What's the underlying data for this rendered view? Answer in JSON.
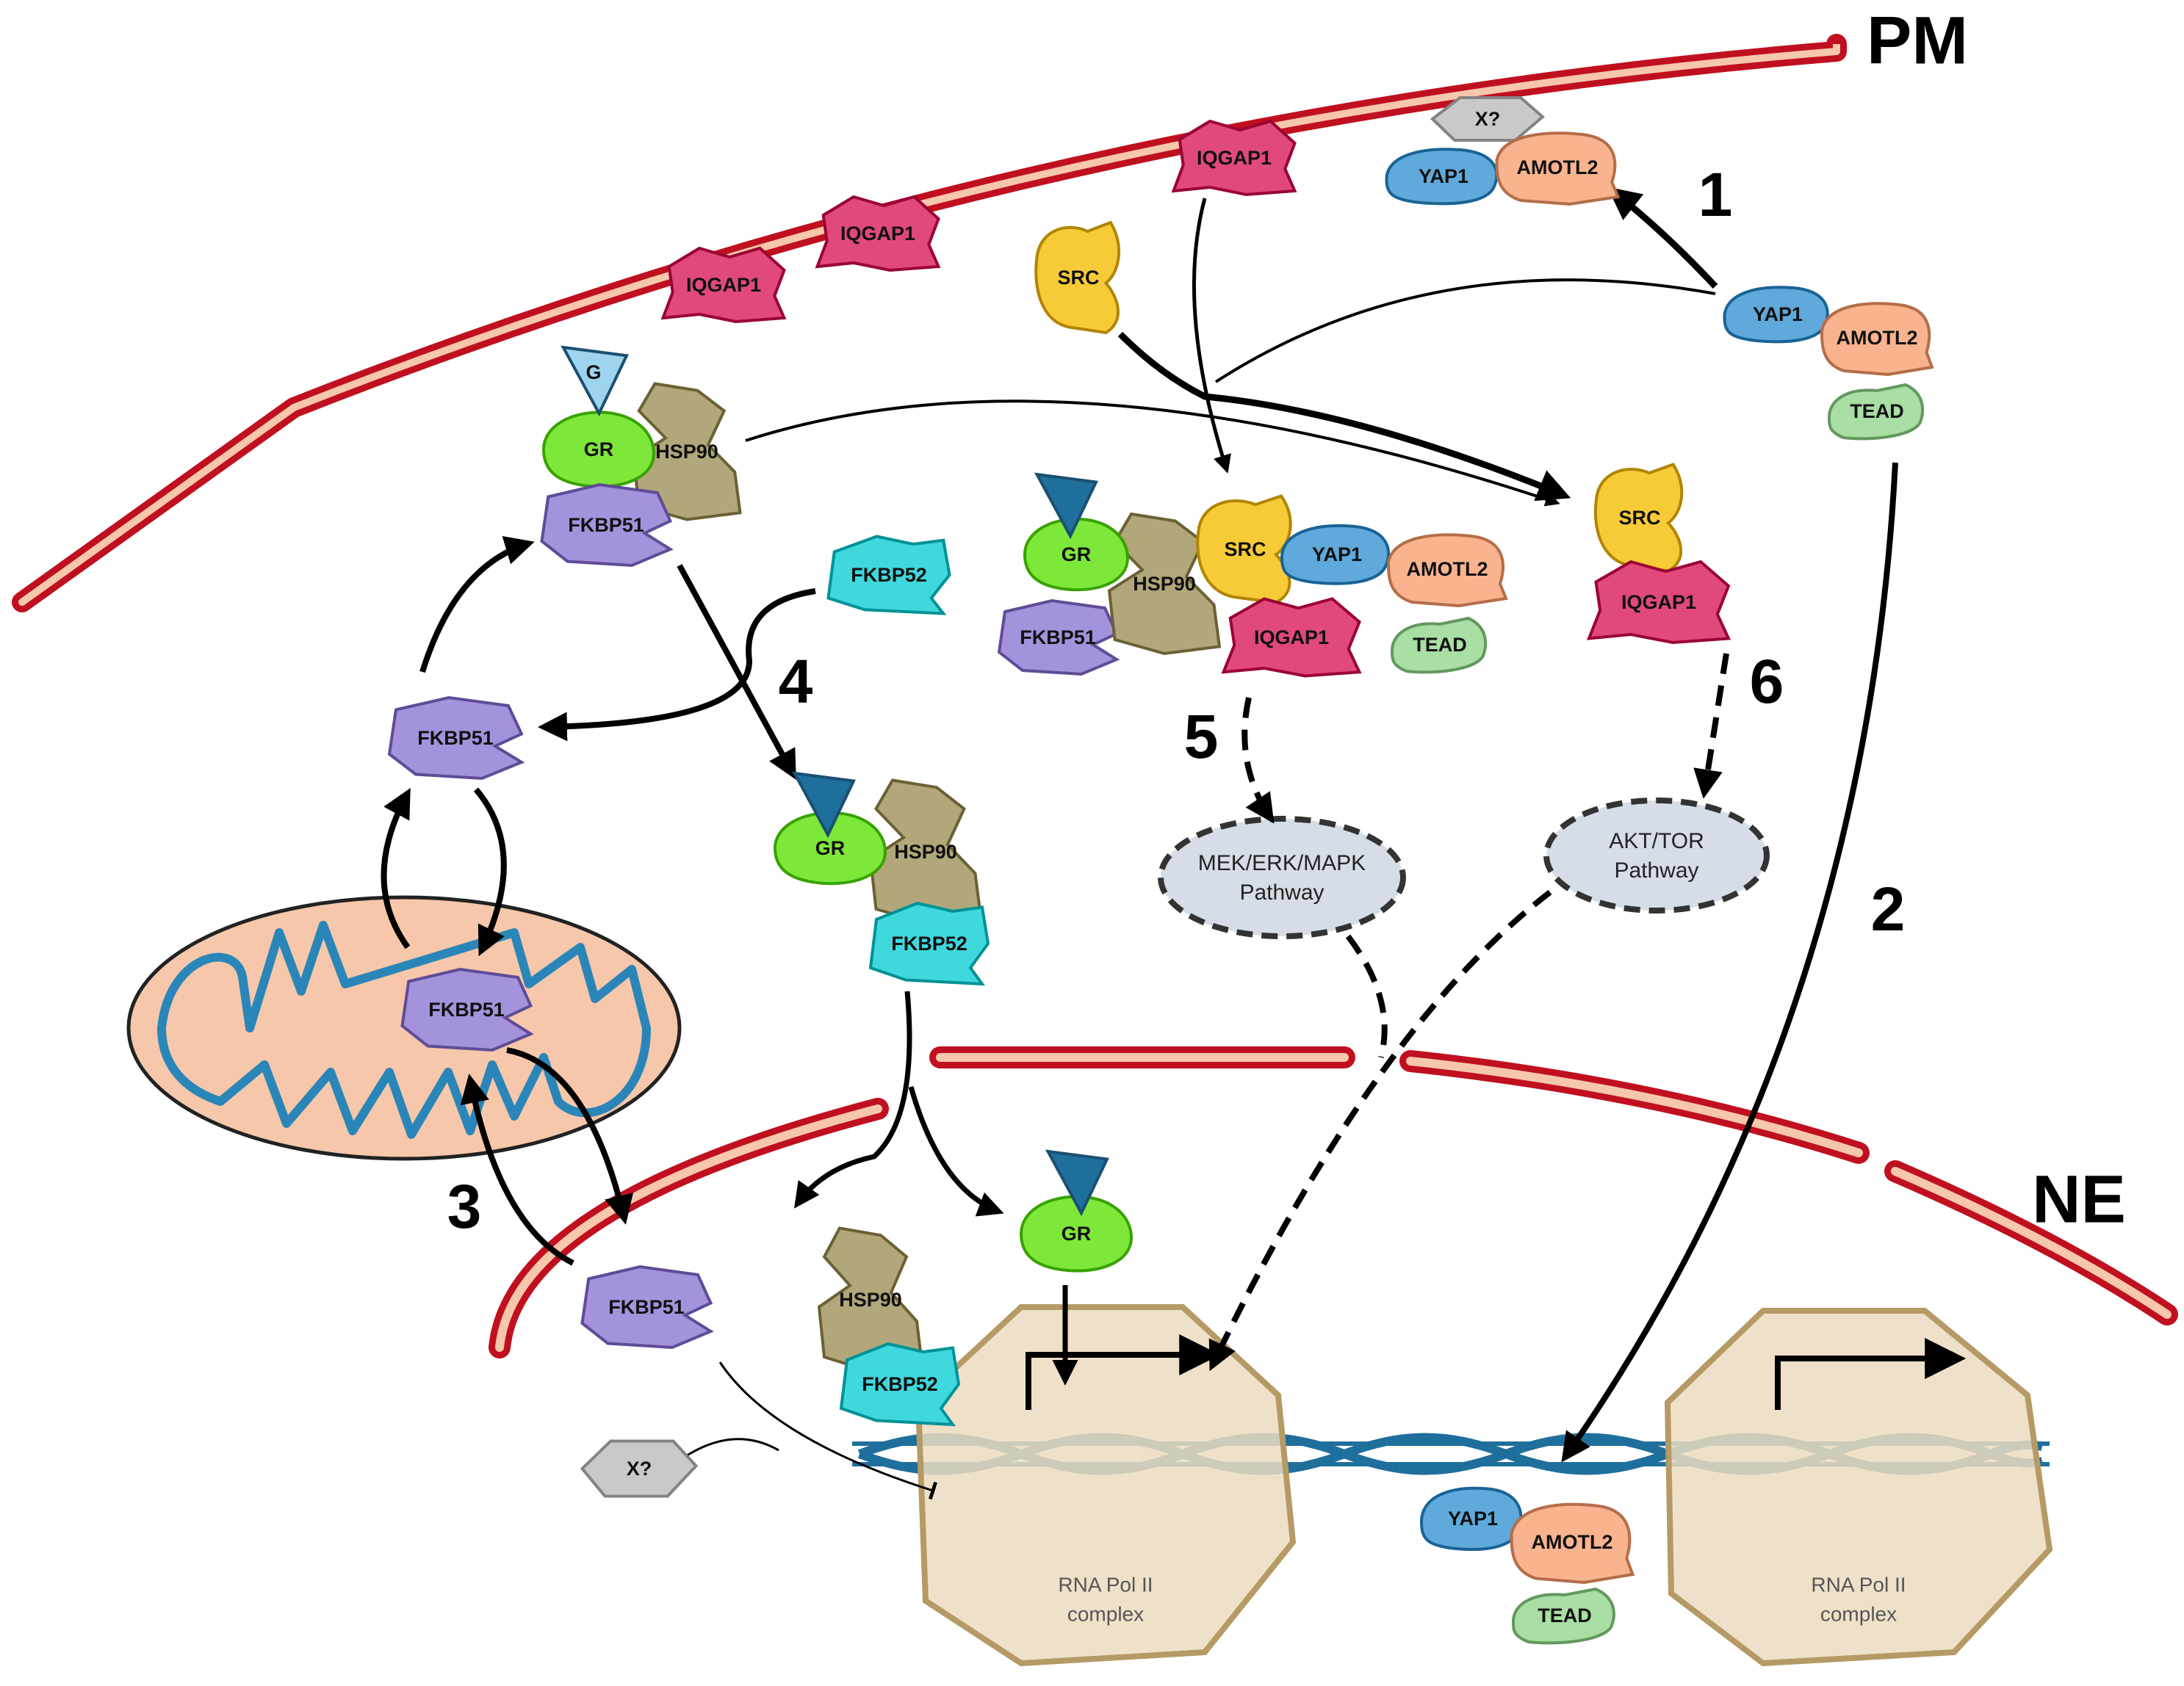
{
  "membranes": {
    "plasma_membrane": "PM",
    "nuclear_envelope": "NE"
  },
  "step_numbers": [
    "1",
    "2",
    "3",
    "4",
    "5",
    "6"
  ],
  "proteins": {
    "iqgap1": "IQGAP1",
    "yap1": "YAP1",
    "amotl2": "AMOTL2",
    "tead": "TEAD",
    "src": "SRC",
    "gr": "GR",
    "ligand": "G",
    "hsp90": "HSP90",
    "fkbp51": "FKBP51",
    "fkbp52": "FKBP52",
    "unknown": "X?"
  },
  "pathways": {
    "mek_line1": "MEK/ERK/MAPK",
    "mek_line2": "Pathway",
    "akt_line1": "AKT/TOR",
    "akt_line2": "Pathway"
  },
  "rna_pol": {
    "line1": "RNA Pol II",
    "line2": "complex"
  },
  "colors": {
    "membrane": "#c0101f",
    "membrane_fill": "#f6c7aa",
    "iqgap1": "#e0497a",
    "yap1": "#5fa9db",
    "amotl2": "#f9b48f",
    "tead": "#a9dea4",
    "src": "#f7cb37",
    "gr": "#7ee83a",
    "hsp90": "#b1a77a",
    "fkbp51": "#a592dd",
    "fkbp52": "#3fd8dc",
    "xq": "#c9c9c9",
    "pathway": "#d6dde6",
    "rna_pol": "#ecdcc0",
    "dna": "#1f6f9c",
    "mito": "#2a86b8"
  }
}
